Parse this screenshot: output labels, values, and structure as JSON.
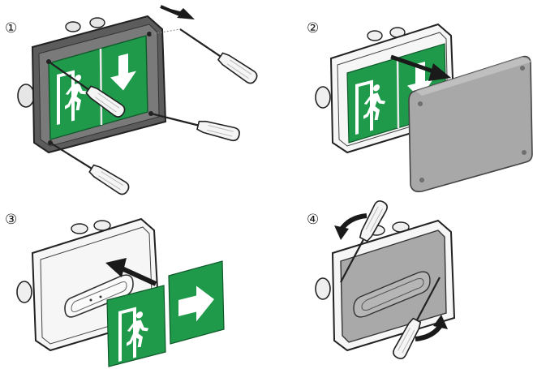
{
  "steps": [
    {
      "number": "①"
    },
    {
      "number": "②"
    },
    {
      "number": "③"
    },
    {
      "number": "④"
    }
  ],
  "colors": {
    "sign_green": "#1e9a4a",
    "sign_dark_green": "#167a3a",
    "pictogram": "#ffffff",
    "housing": "#f4f4f4",
    "housing_outline": "#222222",
    "cover_grey": "#a8a8a8",
    "cover_dark": "#6f6f6f",
    "screwdriver_handle": "#f5f5f5",
    "arrow": "#1a1a1a"
  },
  "icons": [
    "emergency-exit-pictogram-icon",
    "down-arrow-pictogram-icon",
    "right-arrow-pictogram-icon",
    "screwdriver-icon",
    "rotation-arrow-icon",
    "direction-arrow-icon"
  ]
}
